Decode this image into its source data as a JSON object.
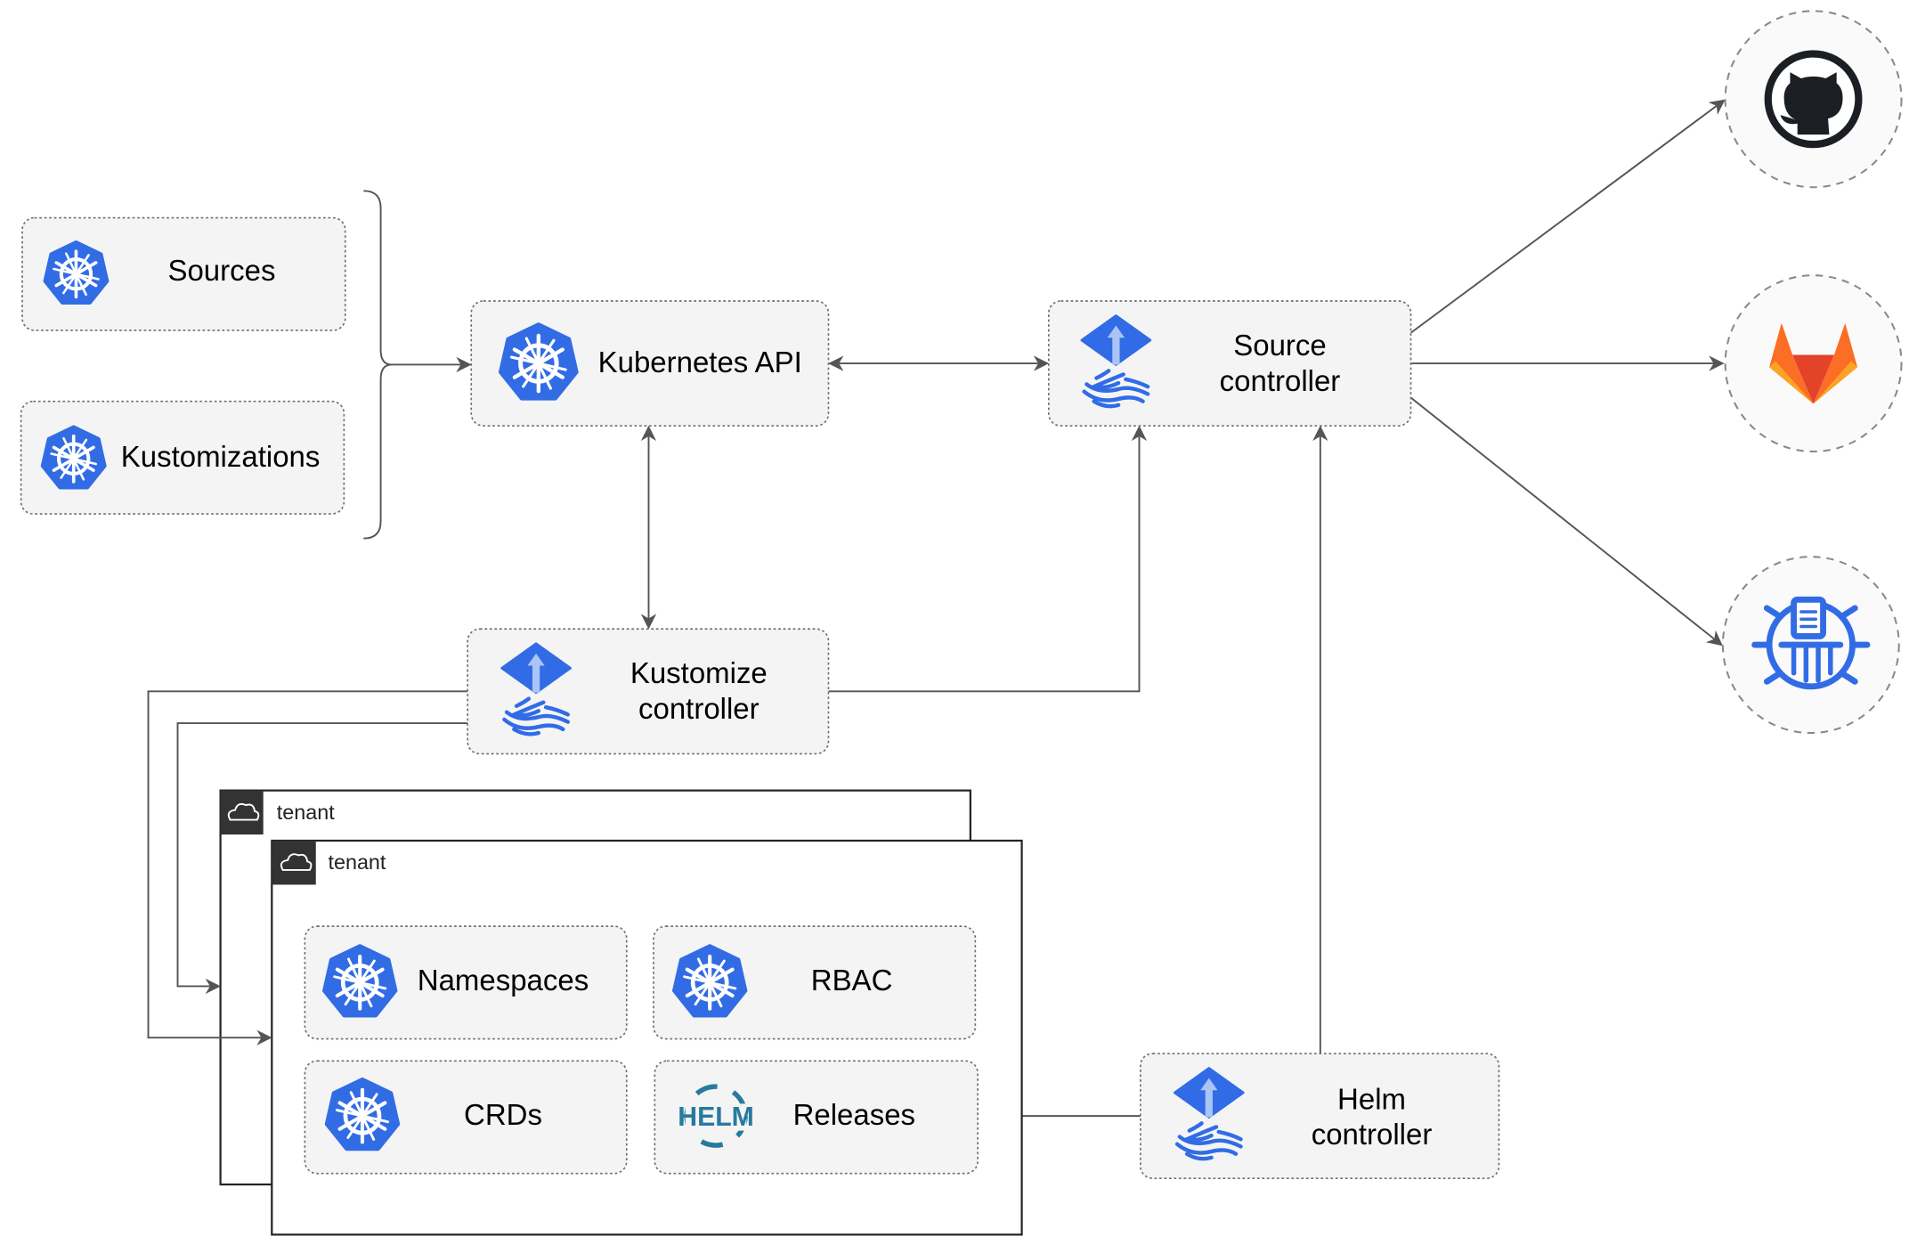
{
  "colors": {
    "kubernetes_blue": "#326ce5",
    "flux_blue": "#316ce6",
    "gitlab_orange": "#fc6d26",
    "helm_blue": "#277a9f",
    "edge": "#555555"
  },
  "nodes": {
    "sources": {
      "label": "Sources",
      "icon": "kubernetes-icon"
    },
    "kustomizations": {
      "label": "Kustomizations",
      "icon": "kubernetes-icon"
    },
    "kubernetes_api": {
      "label": "Kubernetes API",
      "icon": "kubernetes-icon"
    },
    "source_controller": {
      "line1": "Source",
      "line2": "controller",
      "icon": "flux-icon"
    },
    "kustomize_controller": {
      "line1": "Kustomize",
      "line2": "controller",
      "icon": "flux-icon"
    },
    "helm_controller": {
      "line1": "Helm",
      "line2": "controller",
      "icon": "flux-icon"
    },
    "namespaces": {
      "label": "Namespaces",
      "icon": "kubernetes-icon"
    },
    "rbac": {
      "label": "RBAC",
      "icon": "kubernetes-icon"
    },
    "crds": {
      "label": "CRDs",
      "icon": "kubernetes-icon"
    },
    "releases": {
      "label": "Releases",
      "icon": "helm-icon",
      "icon_text": "HELM"
    }
  },
  "tenants": [
    {
      "label": "tenant",
      "icon": "cloud-icon"
    },
    {
      "label": "tenant",
      "icon": "cloud-icon"
    }
  ],
  "external": [
    {
      "icon": "github-icon"
    },
    {
      "icon": "gitlab-icon"
    },
    {
      "icon": "bucket-icon"
    }
  ]
}
